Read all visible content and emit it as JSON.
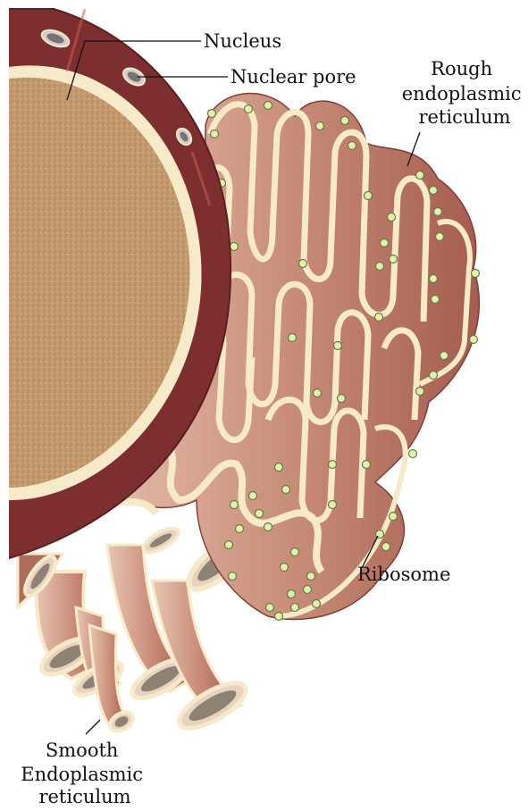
{
  "labels": {
    "nucleus": "Nucleus",
    "nuclear_pore": "Nuclear pore",
    "rough_er": [
      "Rough",
      "endoplasmic",
      "reticulum"
    ],
    "ribosome": "Ribosome",
    "smooth_er": [
      "Smooth",
      "Endoplasmic",
      "reticulum"
    ]
  },
  "colors": {
    "nuclear_envelope": "#7d2f2f",
    "nucleoplasm": "#c49a6e",
    "membrane": "#f6eac8",
    "er_fill": "#c98f7a",
    "er_shadow": "#a45c4e",
    "ribosome": "#dff0b0",
    "label_line": "#111111"
  }
}
